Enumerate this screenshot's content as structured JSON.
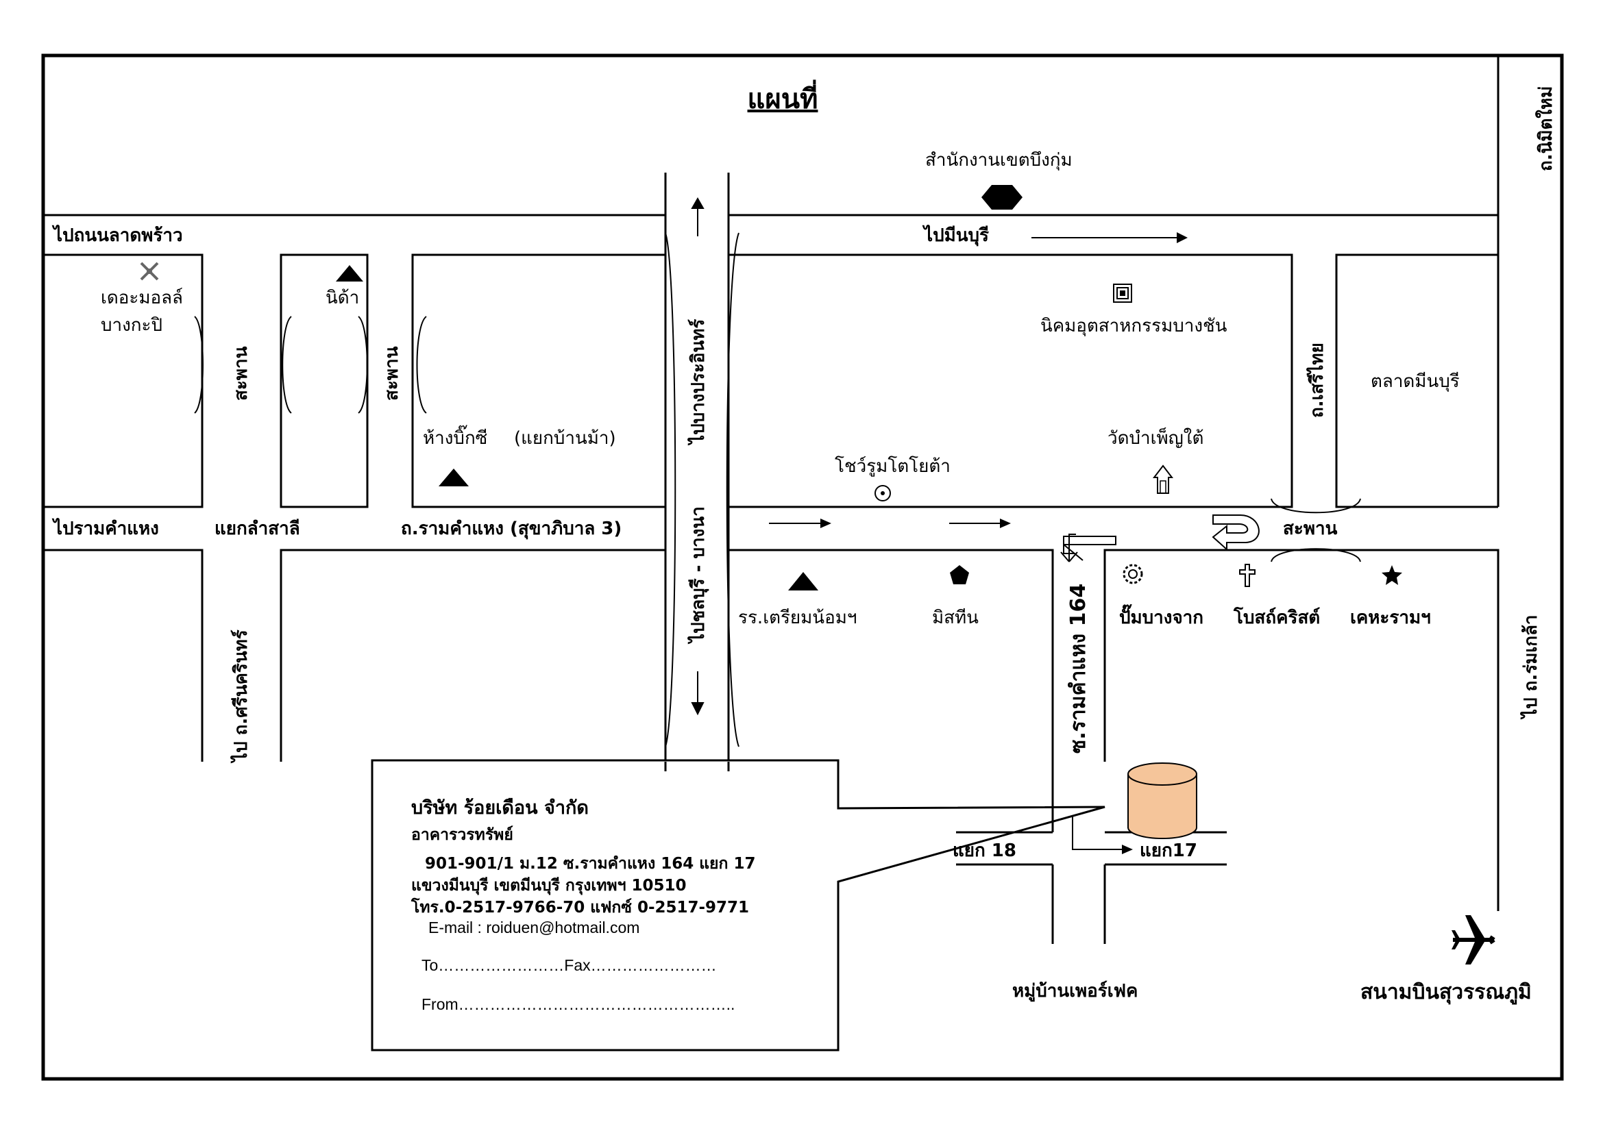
{
  "title": "แผนที่",
  "landmarks": {
    "district_office": "สำนักงานเขตบึงกุ่ม",
    "the_mall": "เดอะมอลล์",
    "the_mall_2": "บางกะปิ",
    "nida": "นิด้า",
    "industrial_estate": "นิคมอุตสาหกรรมบางชัน",
    "minburi_market": "ตลาดมีนบุรี",
    "bigc": "ห้างบิ๊กซี",
    "bigc_note": "(แยกบ้านม้า)",
    "wat": "วัดบำเพ็ญใต้",
    "toyota": "โชว์รูมโตโยต้า",
    "school": "รร.เตรียมน้อมฯ",
    "mistine": "มิสทีน",
    "pump": "ปั๊มบางจาก",
    "church": "โบสถ์คริสต์",
    "kheha": "เคหะรามฯ",
    "village": "หมู่บ้านเพอร์เฟค",
    "airport": "สนามบินสุวรรณภูมิ"
  },
  "roads": {
    "to_ladprao": "ไปถนนลาดพร้าว",
    "to_minburi": "ไปมีนบุรี",
    "nimit_mai": "ถ.นิมิตใหม่",
    "bridge_1": "สะพาน",
    "bridge_2": "สะพาน",
    "bridge_3": "สะพาน",
    "to_bangprakhon": "ไปบางประอินทร์",
    "to_chonburi": "ไปชลบุรี - บางนา",
    "seri_thai": "ถ.เสรีไทย",
    "to_ramkhamhaeng": "ไปรามคำแหง",
    "lam_sali": "แยกลำสาลี",
    "ramkhamhaeng": "ถ.รามคำแหง (สุขาภิบาล 3)",
    "srinakarin": "ไป ถ.ศรีนครินทร์",
    "soi_164": "ซ.รามคำแหง 164",
    "rom_klao": "ไป ถ.ร่มเกล้า",
    "junction_18": "แยก 18",
    "junction_17": "แยก17"
  },
  "company": {
    "name": "บริษัท ร้อยเดือน จำกัด",
    "building": "อาคารวรทรัพย์",
    "address_1": "901-901/1 ม.12 ซ.รามคำแหง 164 แยก 17",
    "address_2": "แขวงมีนบุรี เขตมีนบุรี กรุงเทพฯ 10510",
    "phone": "โทร.0-2517-9766-70 แฟกซ์ 0-2517-9771",
    "email": "E-mail  :  roiduen@hotmail.com",
    "to_line": "To……………………Fax……………………",
    "from_line": "From…………………………………………….."
  },
  "colors": {
    "building_fill": "#F5C59A",
    "line": "#000000",
    "background": "#FFFFFF"
  },
  "icons": {
    "district_office": "hexagon-icon",
    "the_mall": "flower-icon",
    "nida": "triangle-icon",
    "industrial_estate": "factory-square-icon",
    "bigc": "triangle-icon",
    "wat": "temple-icon",
    "toyota": "circle-dot-icon",
    "school": "triangle-icon",
    "mistine": "pentagon-icon",
    "pump": "gear-icon",
    "church": "cross-icon",
    "kheha": "star-icon",
    "airport": "airplane-icon",
    "company": "building-cylinder-icon"
  }
}
